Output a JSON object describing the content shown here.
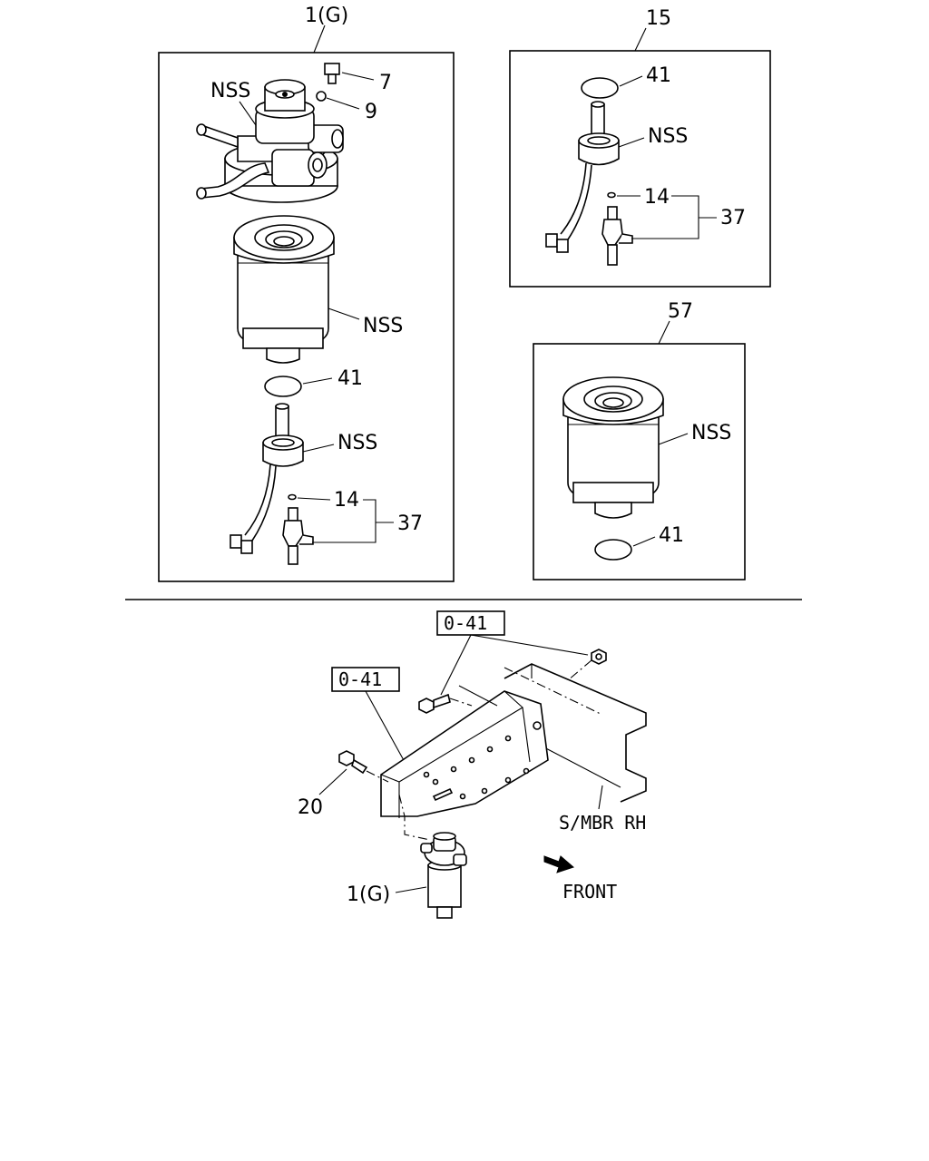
{
  "groups": {
    "main_assembly": {
      "ref": "1(G)"
    },
    "sensor_kit": {
      "ref": "15"
    },
    "filter_kit": {
      "ref": "57"
    }
  },
  "callouts": {
    "bolt": "7",
    "plug": "9",
    "head": "NSS",
    "main_filter": "NSS",
    "main_oring": "41",
    "main_sensor": "NSS",
    "main_small_oring": "14",
    "main_drain": "37",
    "kit_oring_top": "41",
    "kit_sensor": "NSS",
    "kit_small_oring": "14",
    "kit_drain": "37",
    "kit_filter": "NSS",
    "kit_filter_oring": "41"
  },
  "install": {
    "ref_box_1": "0-41",
    "ref_box_2": "0-41",
    "bolt_ref": "20",
    "assembly_ref": "1(G)",
    "frame_label": "S/MBR RH",
    "direction_label": "FRONT"
  }
}
